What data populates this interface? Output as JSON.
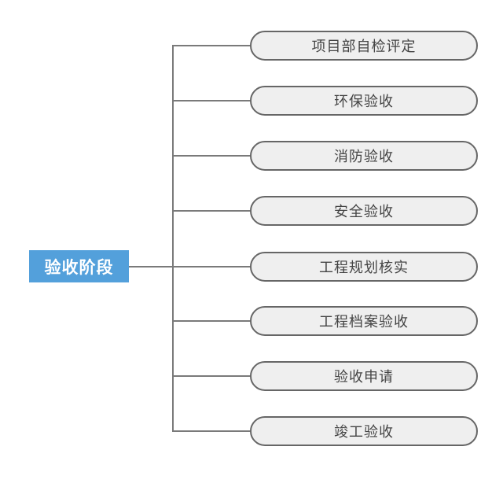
{
  "diagram": {
    "root": {
      "label": "验收阶段"
    },
    "nodes": [
      {
        "label": "项目部自检评定"
      },
      {
        "label": "环保验收"
      },
      {
        "label": "消防验收"
      },
      {
        "label": "安全验收"
      },
      {
        "label": "工程规划核实"
      },
      {
        "label": "工程档案验收"
      },
      {
        "label": "验收申请"
      },
      {
        "label": "竣工验收"
      }
    ],
    "colors": {
      "root_fill": "#53a0db",
      "root_text": "#ffffff",
      "node_fill": "#efefef",
      "node_border": "#666666",
      "node_text": "#444444",
      "line": "#7a7a7a"
    }
  }
}
